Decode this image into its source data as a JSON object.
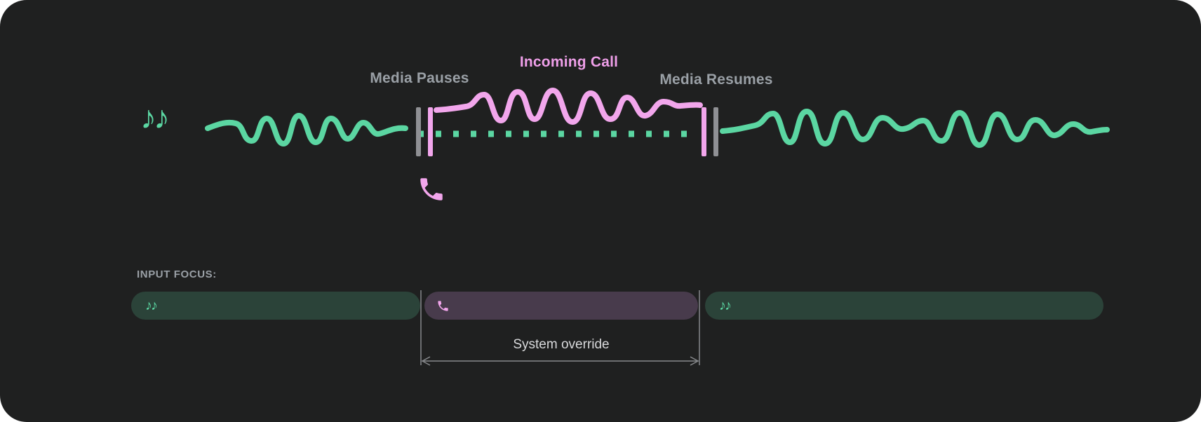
{
  "colors": {
    "page_bg": "#FFFFFF",
    "canvas_bg": "#1F2020",
    "media_green": "#5BD6A2",
    "call_pink": "#F2A6EC",
    "call_pink_text": "#EF9FE9",
    "label_gray": "#9AA0A6",
    "barrier_gray": "#8F9094",
    "focus_media_bg": "#2B4339",
    "focus_call_bg": "#483B4C",
    "annotation_gray": "#87898C",
    "annotation_text": "#D9DADC"
  },
  "timeline": {
    "media_pauses_label": "Media Pauses",
    "incoming_call_label": "Incoming Call",
    "media_resumes_label": "Media Resumes",
    "media_icon": "music-notes-icon",
    "call_icon": "phone-handset-icon"
  },
  "icons": {
    "music_notes_large": "♪♪",
    "music_notes_small": "♪♪"
  },
  "input_focus": {
    "label": "INPUT FOCUS:",
    "segments": [
      {
        "name": "media-before-call",
        "icon": "music-notes-icon",
        "icon_glyph": "♪♪"
      },
      {
        "name": "call",
        "icon": "phone-handset-icon"
      },
      {
        "name": "media-after-call",
        "icon": "music-notes-icon",
        "icon_glyph": "♪♪"
      }
    ],
    "annotation": "System override"
  }
}
